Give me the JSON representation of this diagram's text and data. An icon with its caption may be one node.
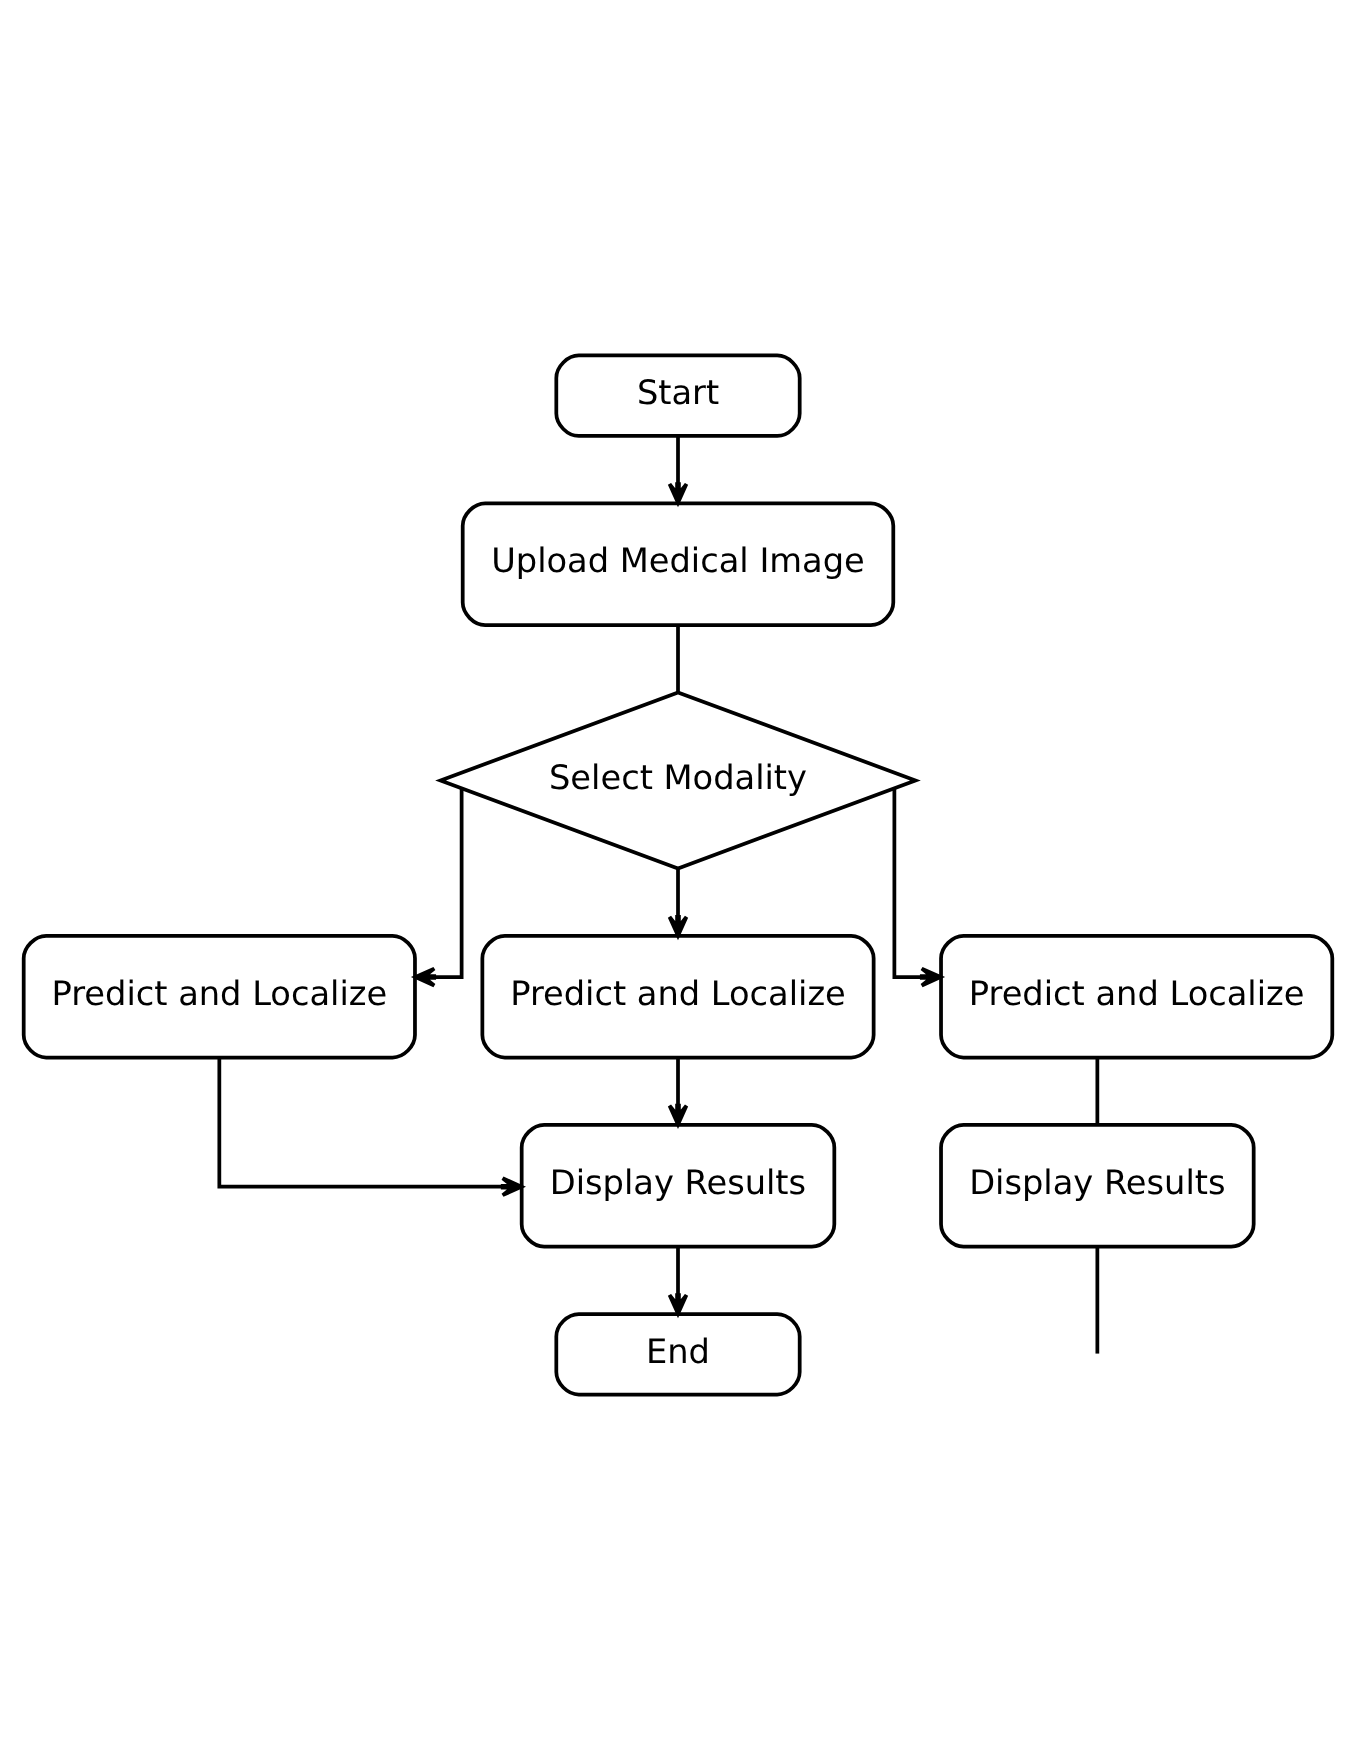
{
  "diagram": {
    "nodes": [
      {
        "text": [
          "Start"
        ]
      },
      {
        "text": [
          "Upload Medical Image"
        ]
      },
      {
        "text": [
          "Select Modality"
        ]
      },
      {
        "text": [
          "Predict and Localize"
        ]
      },
      {
        "text": [
          "Predict and Localize"
        ]
      },
      {
        "text": [
          "Predict and Localize"
        ]
      },
      {
        "text": [
          "Display Results"
        ]
      },
      {
        "text": [
          "Display Results"
        ]
      },
      {
        "text": [
          "End"
        ]
      }
    ],
    "edges": [
      {
        "from": 0,
        "to": 1,
        "arrow": "to"
      },
      {
        "from": 1,
        "to": 2,
        "arrow": "none"
      },
      {
        "from": 2,
        "to": 3,
        "arrow": "to"
      },
      {
        "from": 2,
        "to": 4,
        "arrow": "to"
      },
      {
        "from": 2,
        "to": 5,
        "arrow": "to"
      },
      {
        "from": 3,
        "to": 6,
        "arrow": "to"
      },
      {
        "from": 4,
        "to": 6,
        "arrow": "to"
      },
      {
        "from": 5,
        "to": 7,
        "arrow": "none"
      },
      {
        "from": 7,
        "to": null,
        "arrow": "none"
      },
      {
        "from": 6,
        "to": 8,
        "arrow": "to"
      }
    ]
  }
}
